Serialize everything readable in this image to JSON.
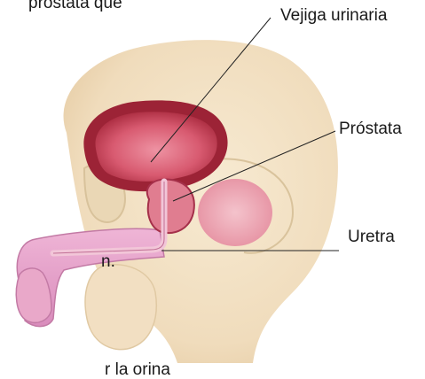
{
  "labels": {
    "bladder": "Vejiga urinaria",
    "prostate": "Próstata",
    "urethra": "Uretra"
  },
  "cut_text": {
    "top": "próstata que",
    "mid": "n.",
    "bottom": "r la orina"
  },
  "colors": {
    "skin": "#f3e3c6",
    "skin_shadow": "#e2cda6",
    "organ_outer": "#9c2336",
    "organ_inner": "#d9576d",
    "organ_light": "#f1a7b4",
    "urethra_tube": "#e4a3c8",
    "leader_line": "#222222"
  }
}
